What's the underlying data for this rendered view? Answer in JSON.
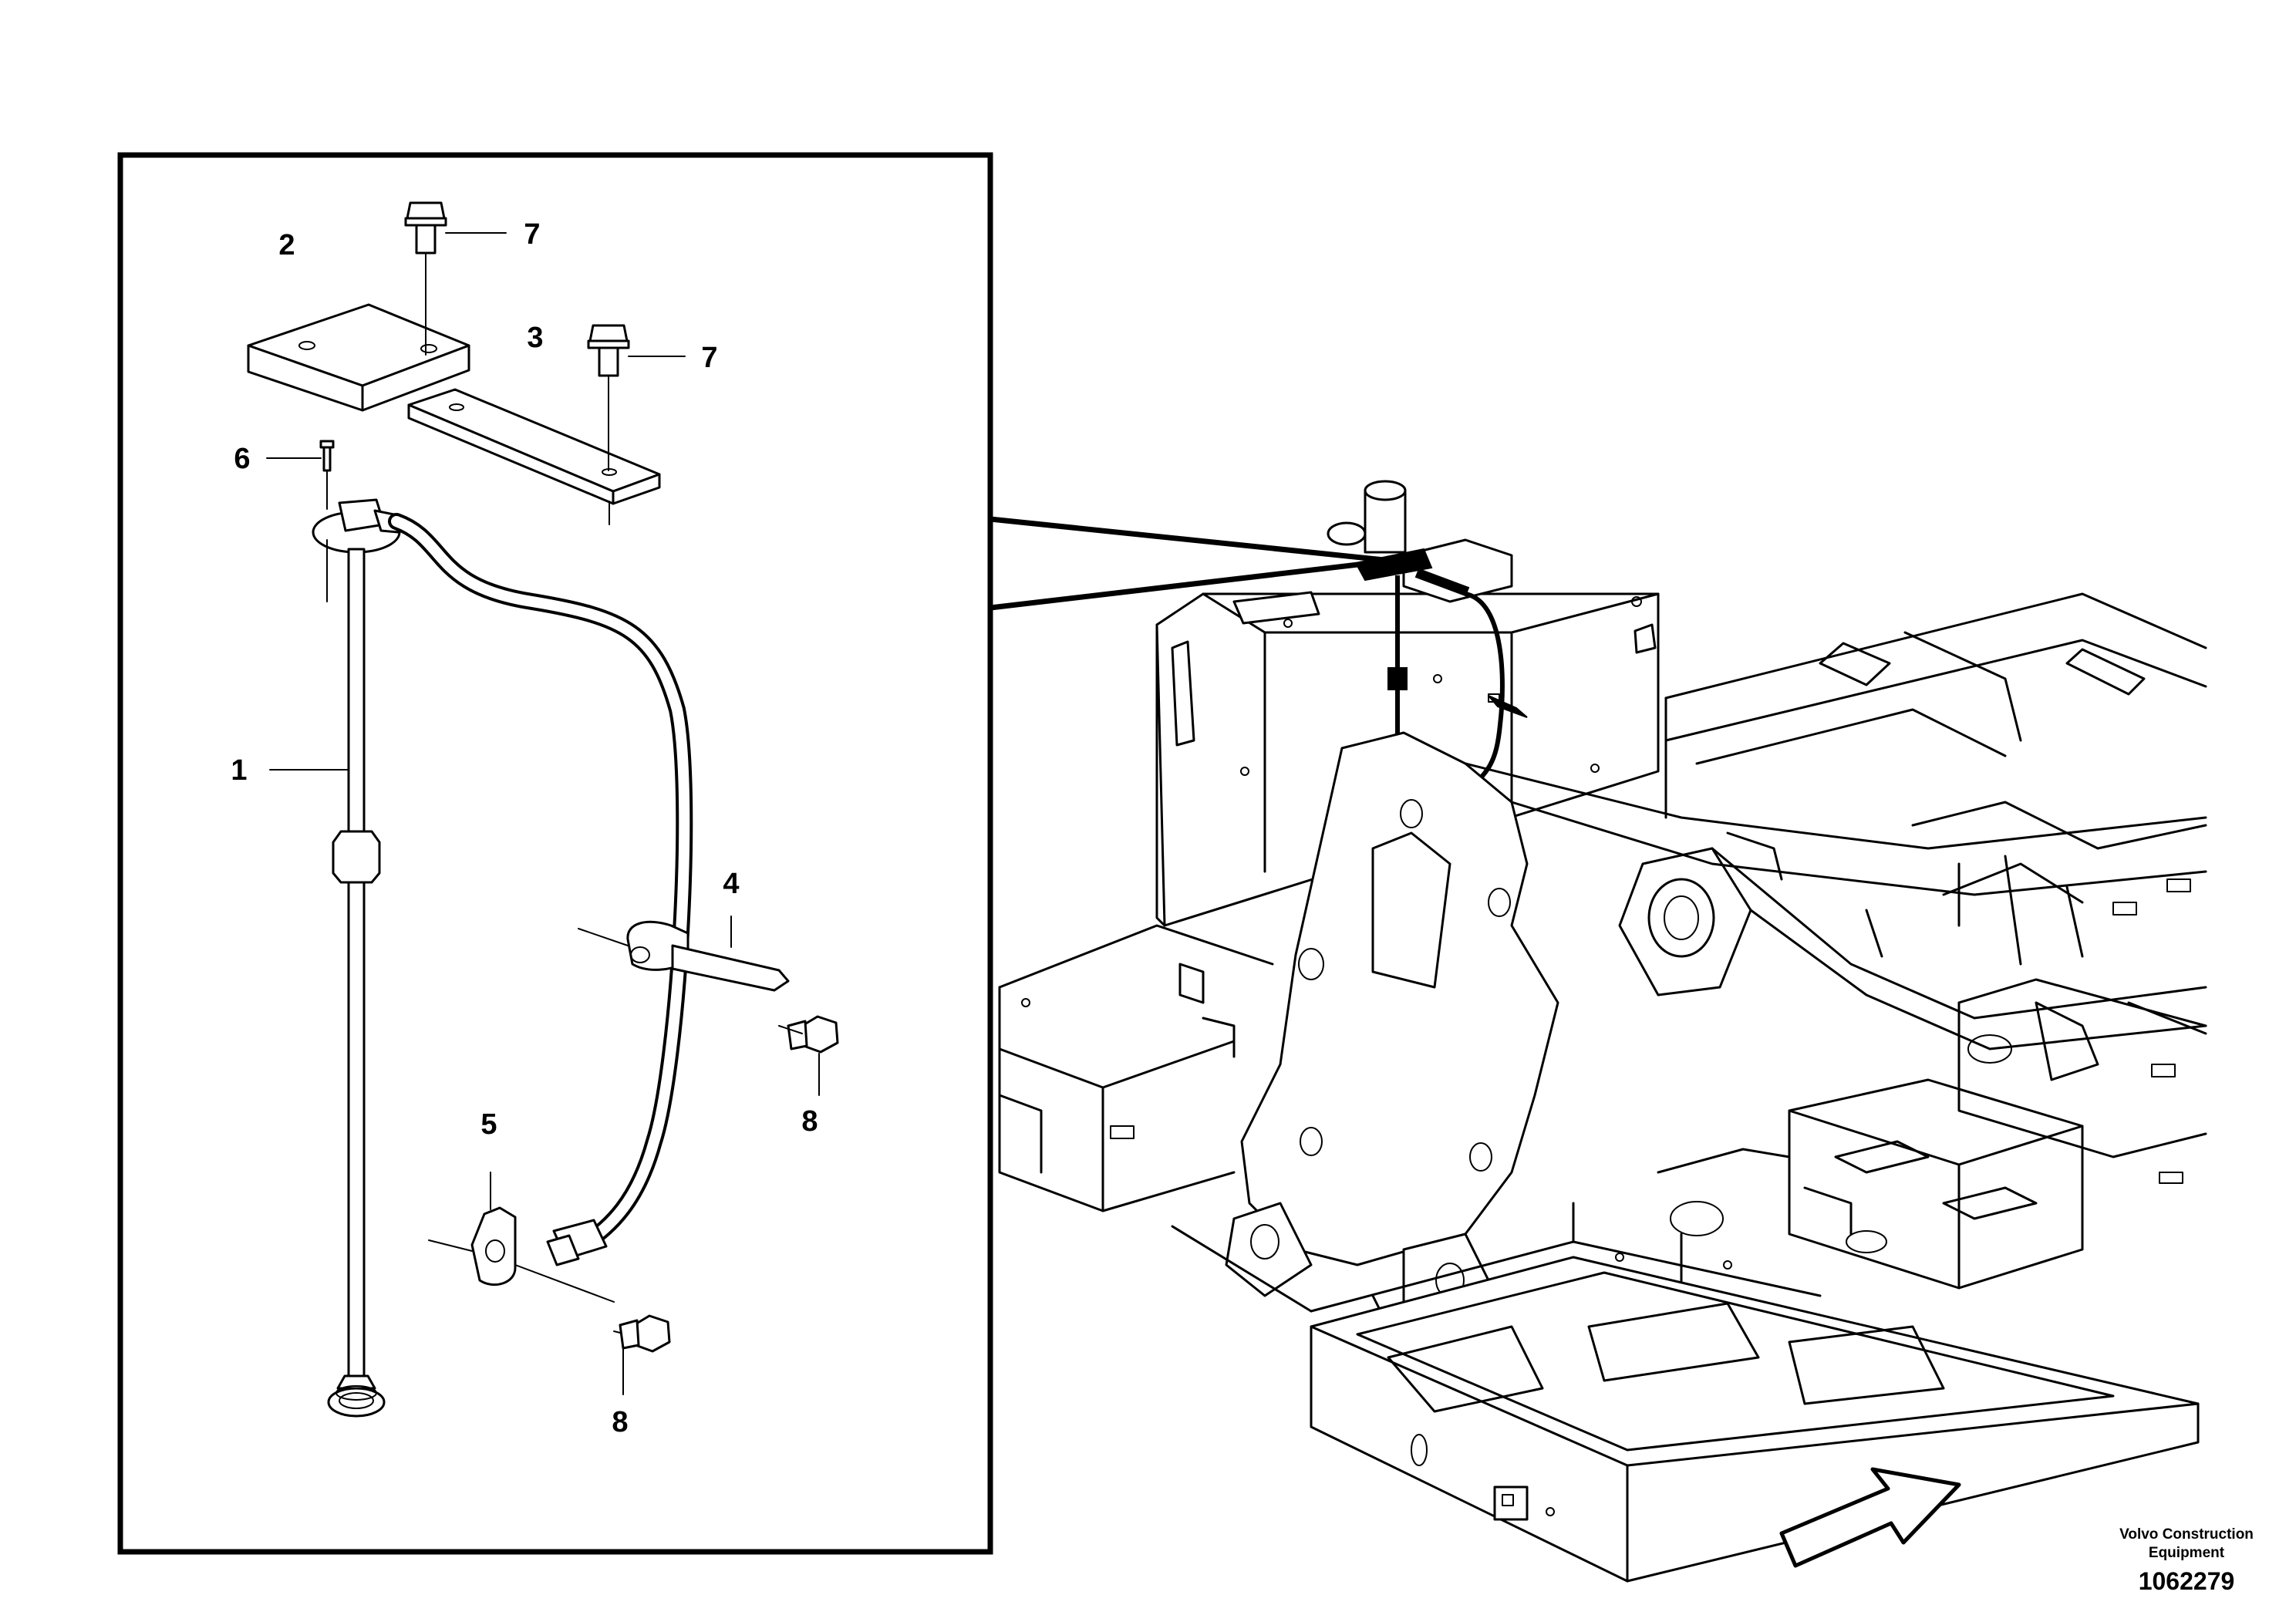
{
  "callouts": {
    "item1": "1",
    "item2": "2",
    "item3": "3",
    "item4": "4",
    "item5": "5",
    "item6": "6",
    "item7a": "7",
    "item7b": "7",
    "item8a": "8",
    "item8b": "8"
  },
  "credit": {
    "line1": "Volvo Construction",
    "line2": "Equipment"
  },
  "figure_number": "1062279"
}
